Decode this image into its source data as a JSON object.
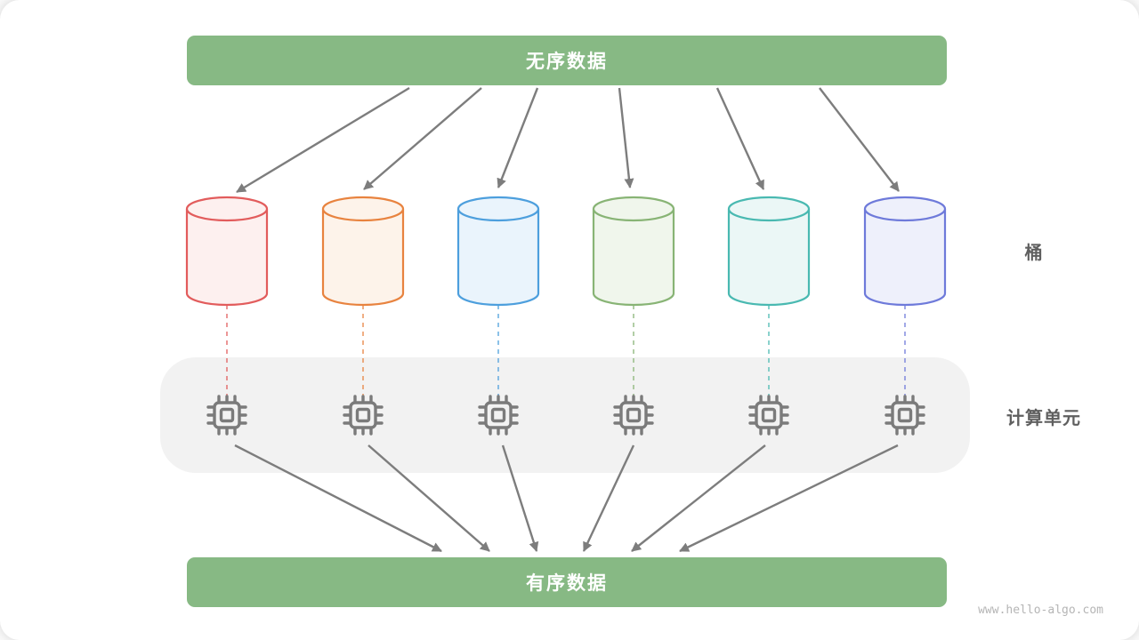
{
  "top_bar": {
    "label": "无序数据"
  },
  "bottom_bar": {
    "label": "有序数据"
  },
  "side_labels": {
    "bucket": "桶",
    "compute_unit": "计算单元"
  },
  "watermark": "www.hello-algo.com",
  "colors": {
    "bar": "#87b984",
    "arrow": "#7d7d7d",
    "band": "#f2f2f2",
    "label": "#5f5f5f",
    "cpu": "#7b7b7b",
    "watermark": "#b5b5b5"
  },
  "buckets": [
    {
      "name": "bucket-red",
      "stroke": "#e25c5c",
      "fill": "#fdf0ef"
    },
    {
      "name": "bucket-orange",
      "stroke": "#e8833f",
      "fill": "#fdf3ea"
    },
    {
      "name": "bucket-blue",
      "stroke": "#4d9fdd",
      "fill": "#eaf4fc"
    },
    {
      "name": "bucket-green",
      "stroke": "#88b475",
      "fill": "#f0f6ec"
    },
    {
      "name": "bucket-teal",
      "stroke": "#49b9b1",
      "fill": "#ebf7f6"
    },
    {
      "name": "bucket-indigo",
      "stroke": "#6e7ada",
      "fill": "#eef0fb"
    }
  ]
}
